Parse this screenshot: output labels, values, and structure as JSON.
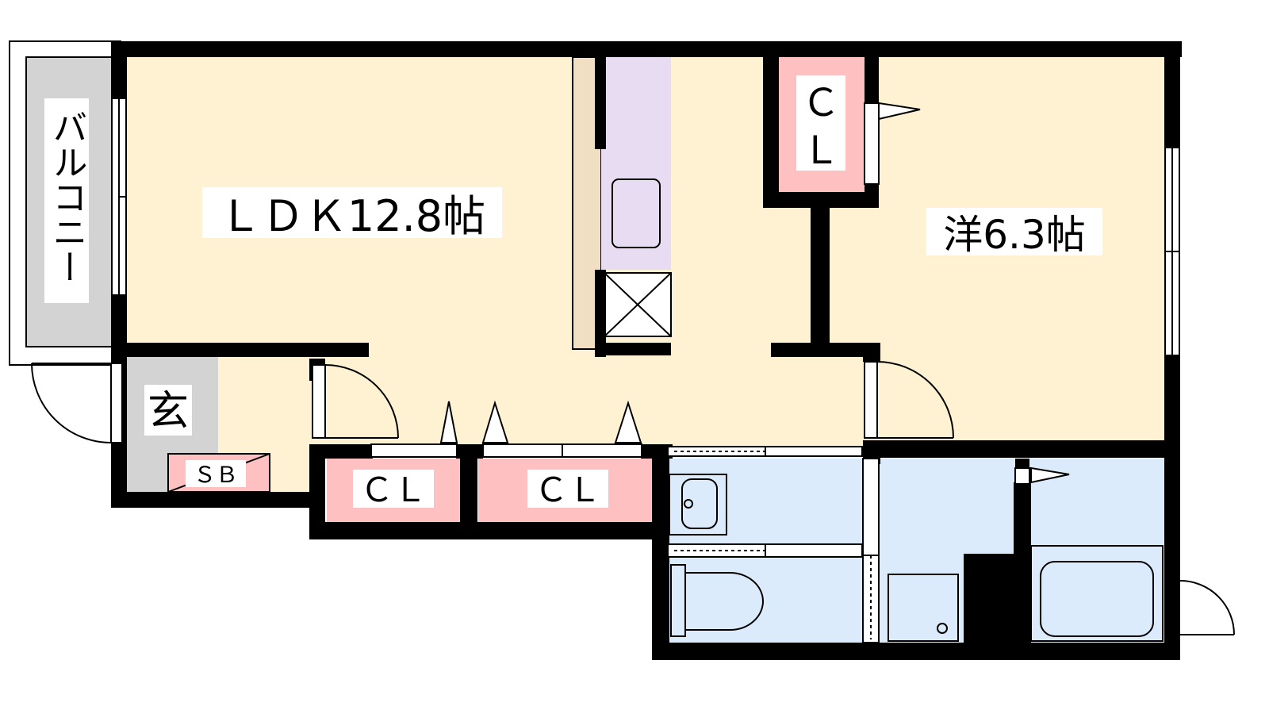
{
  "floor_plan": {
    "rooms": {
      "ldk": {
        "label": "ＬＤＫ12.8帖",
        "fill": "#fff2d2"
      },
      "western": {
        "label": "洋6.3帖",
        "fill": "#fff2d2"
      },
      "balcony": {
        "label": "バルコニー",
        "fill": "#d3d3d3"
      },
      "entrance": {
        "label": "玄",
        "fill": "#d3d3d3"
      },
      "shoe_box": {
        "label": "ＳＢ",
        "fill": "#ffc0c2"
      },
      "closet_western": {
        "label_top": "Ｃ",
        "label_bottom": "Ｌ",
        "fill": "#ffc0c2"
      },
      "closet_left": {
        "label": "ＣＬ",
        "fill": "#ffc0c2"
      },
      "closet_right": {
        "label": "ＣＬ",
        "fill": "#ffc0c2"
      },
      "kitchen": {
        "fill": "#e8dcf2"
      },
      "wet_area": {
        "fill": "#dcebfb"
      }
    },
    "colors": {
      "wall": "#000000",
      "floor": "#fff2d2",
      "counter": "#f0dfc2"
    }
  }
}
